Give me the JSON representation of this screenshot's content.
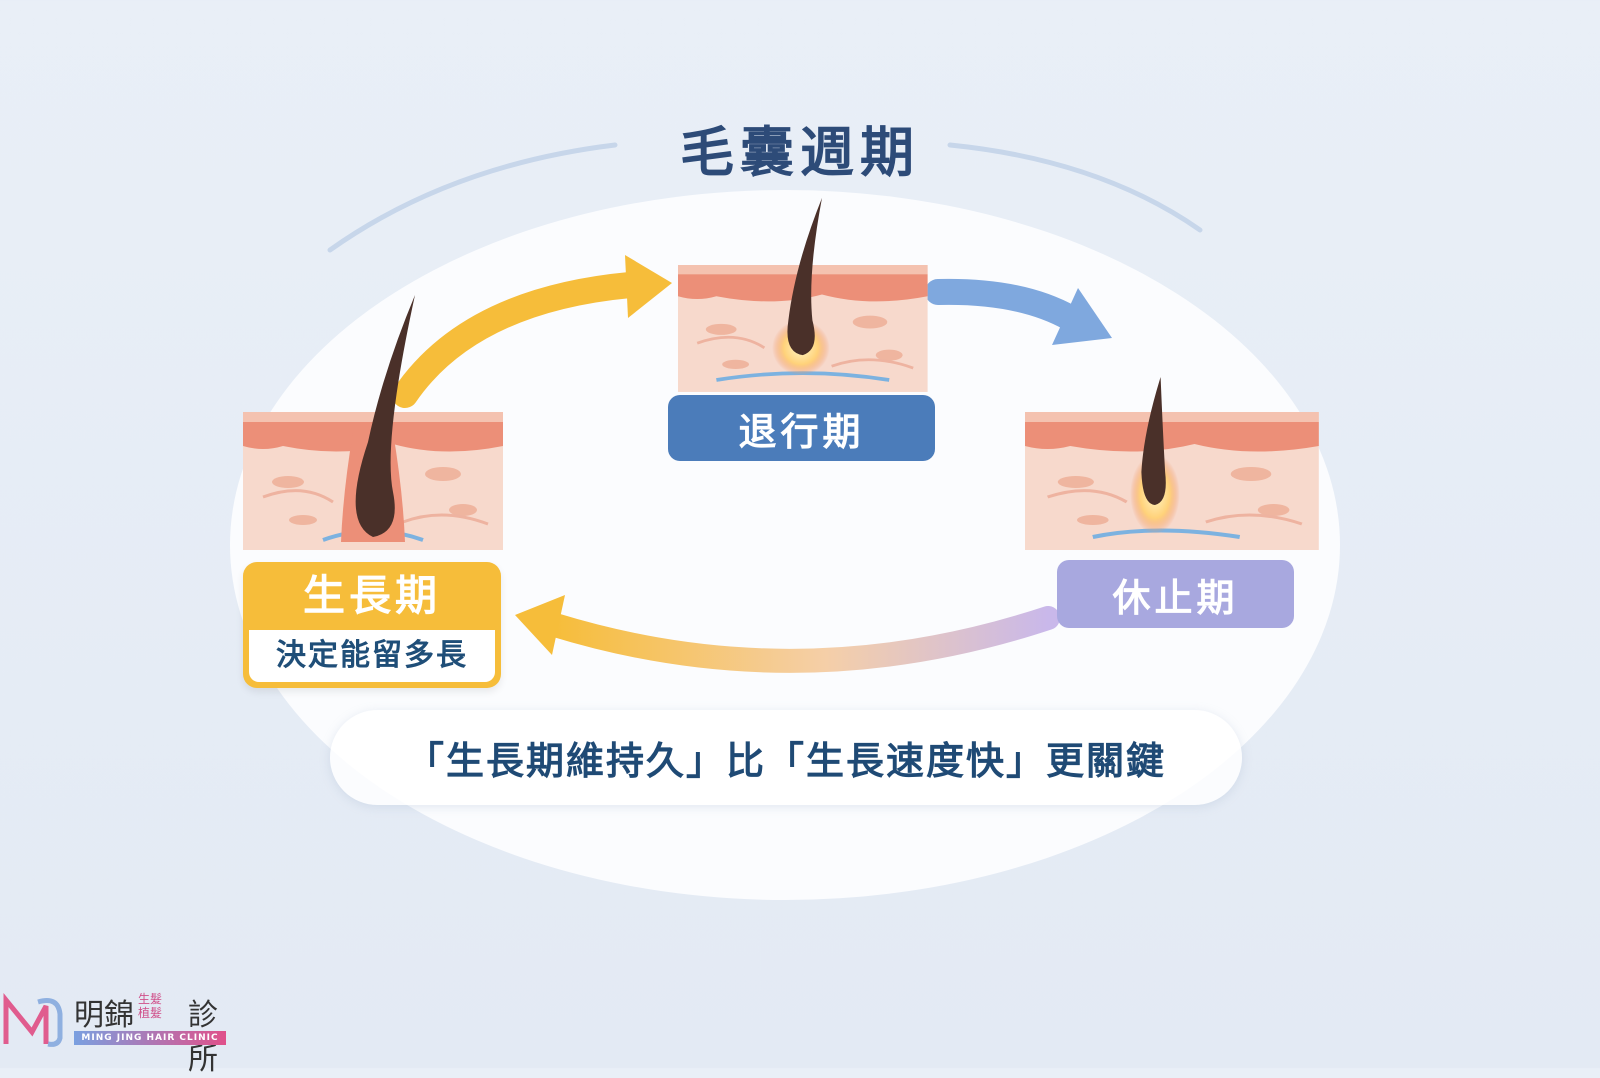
{
  "title": "毛囊週期",
  "phases": {
    "anagen": {
      "label": "生長期",
      "note": "決定能留多長"
    },
    "catagen": {
      "label": "退行期"
    },
    "telogen": {
      "label": "休止期"
    }
  },
  "key_message": "「生長期維持久」比「生長速度快」更關鍵",
  "logo": {
    "name": "明錦",
    "small_top": "生髮",
    "small_bottom": "植髮",
    "suffix": "診所",
    "english": "MING JING HAIR CLINIC"
  },
  "colors": {
    "anagen": "#f6bd3a",
    "catagen": "#4b7cba",
    "telogen": "#a8a8df",
    "text": "#1f4a75"
  }
}
